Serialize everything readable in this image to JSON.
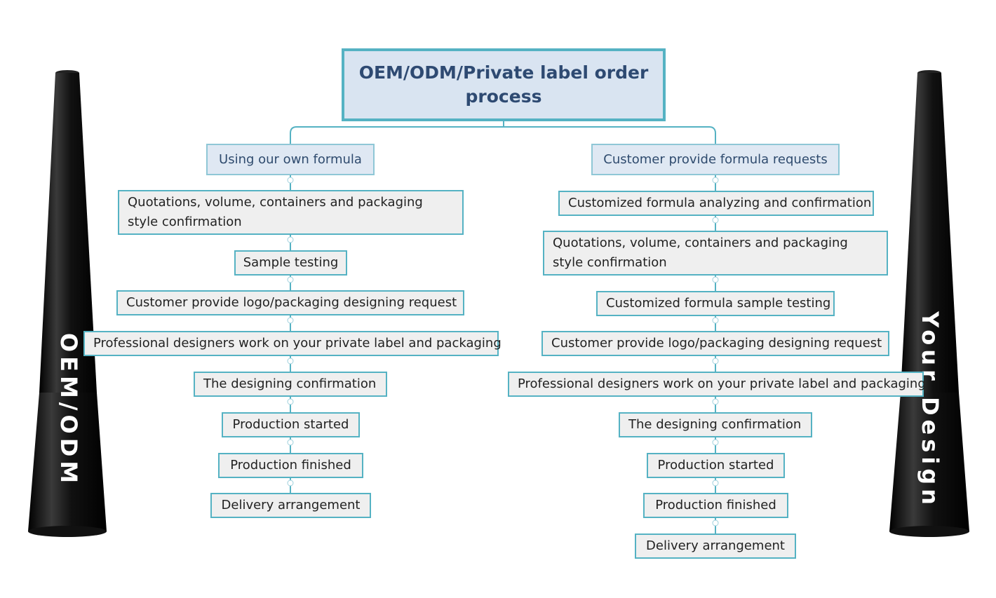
{
  "root": {
    "title": "OEM/ODM/Private label order process"
  },
  "left_bottle": {
    "label": "OEM/ODM"
  },
  "right_bottle": {
    "label": "Your Design"
  },
  "left_branch": {
    "title": "Using our own formula",
    "steps": [
      "Quotations, volume, containers and packaging style confirmation",
      "Sample testing",
      "Customer provide logo/packaging designing request",
      "Professional designers work on your private label and packaging",
      "The designing confirmation",
      "Production started",
      "Production finished",
      "Delivery arrangement"
    ]
  },
  "right_branch": {
    "title": "Customer provide formula requests",
    "steps": [
      "Customized formula analyzing and confirmation",
      "Quotations, volume, containers and packaging style confirmation",
      "Customized formula sample testing",
      "Customer provide logo/packaging designing request",
      "Professional designers work on your private label and packaging",
      "The designing confirmation",
      "Production started",
      "Production finished",
      "Delivery arrangement"
    ]
  },
  "colors": {
    "box_border": "#55b2c3",
    "box_fill": "#efefef",
    "root_fill": "#d9e4f1",
    "root_text": "#2e4a72",
    "branch_fill": "#dfe8f3",
    "bottle": "#0a0a0a"
  }
}
